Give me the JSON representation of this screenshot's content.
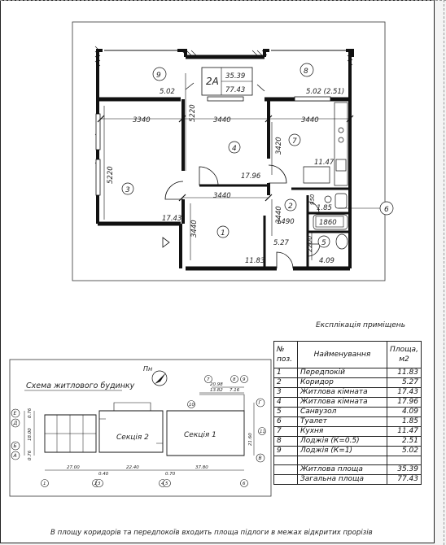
{
  "plan": {
    "apartment_label": "2А",
    "living_area": "35.39",
    "total_area": "77.43",
    "dims": {
      "d3340": "3340",
      "d3440_top": "3440",
      "d3440_right": "3440",
      "d3440_mid": "3440",
      "d5220_left": "5220",
      "d5220_mid": "5220",
      "d3420": "3420",
      "d3440_corr": "3440",
      "d3440_entry": "3440",
      "d1490": "1490",
      "d1860": "1860",
      "d950": "950",
      "d2200": "2200"
    },
    "room_areas": {
      "r9": "5.02",
      "r8": "5.02 (2.51)",
      "r7": "11.47",
      "r4": "17.96",
      "r3": "17.43",
      "r6": "1.85",
      "r2": "5.27",
      "r1": "11.83",
      "r5": "4.09"
    },
    "room_numbers": {
      "n1": "1",
      "n2": "2",
      "n3": "3",
      "n4": "4",
      "n5": "5",
      "n6": "6",
      "n7": "7",
      "n8": "8",
      "n9": "9"
    }
  },
  "scheme": {
    "title": "Схема житлового будинку",
    "north": "Пн",
    "section1": "Секція 1",
    "section2": "Секція 2",
    "axis_letters": [
      "Е",
      "Д",
      "Б",
      "А",
      "Г",
      "В"
    ],
    "axis_numbers": [
      "1",
      "2",
      "3",
      "4",
      "5",
      "6",
      "7",
      "8",
      "9",
      "10",
      "11"
    ],
    "dims_top": [
      "20.98",
      "13.82",
      "7.16"
    ],
    "dims_bottom": [
      "27.00",
      "0.40",
      "22.40",
      "0.70",
      "37.80"
    ],
    "dims_side": [
      "21.60",
      "18.00",
      "0.76",
      "0.76"
    ]
  },
  "explication": {
    "title": "Експлікація приміщень",
    "header": {
      "num": "№ поз.",
      "name": "Найменування",
      "area": "Площа, м2"
    },
    "rows": [
      {
        "num": "1",
        "name": "Передпокій",
        "area": "11.83"
      },
      {
        "num": "2",
        "name": "Коридор",
        "area": "5.27"
      },
      {
        "num": "3",
        "name": "Житлова кімната",
        "area": "17.43"
      },
      {
        "num": "4",
        "name": "Житлова кімната",
        "area": "17.96"
      },
      {
        "num": "5",
        "name": "Санвузол",
        "area": "4.09"
      },
      {
        "num": "6",
        "name": "Туалет",
        "area": "1.85"
      },
      {
        "num": "7",
        "name": "Кухня",
        "area": "11.47"
      },
      {
        "num": "8",
        "name": "Лоджія (К=0.5)",
        "area": "2.51"
      },
      {
        "num": "9",
        "name": "Лоджія (К=1)",
        "area": "5.02"
      }
    ],
    "living": {
      "label": "Житлова площа",
      "value": "35.39"
    },
    "total": {
      "label": "Загальна площа",
      "value": "77.43"
    }
  },
  "footnote": "В площу коридорів та передпокоїв входить площа підлоги в межах відкритих прорізів"
}
